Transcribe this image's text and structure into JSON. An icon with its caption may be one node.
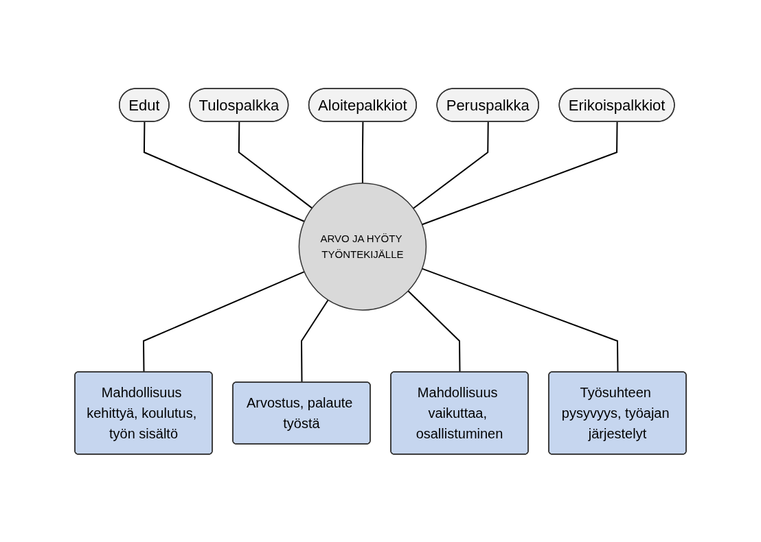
{
  "diagram": {
    "nodes": [
      {
        "text": [
          "Edut"
        ]
      },
      {
        "text": [
          "Tulospalkka"
        ]
      },
      {
        "text": [
          "Aloitepalkkiot"
        ]
      },
      {
        "text": [
          "ARVO JA HYÖTY TYÖNTEKIJÄLLE"
        ]
      },
      {
        "text": [
          "Peruspalkka"
        ]
      },
      {
        "text": [
          "Erikoispalkkiot"
        ]
      },
      {
        "text": [
          "Mahdollisuus kehittyä, koulutus, työn sisältö"
        ]
      },
      {
        "text": [
          "Arvostus, palaute työstä"
        ]
      },
      {
        "text": [
          "Mahdollisuus vaikuttaa, osallistuminen"
        ]
      },
      {
        "text": [
          "Työsuhteen pysyvyys, työajan järjestelyt"
        ]
      }
    ],
    "edges": [
      {
        "from": 0,
        "to": 3,
        "arrow": "none"
      },
      {
        "from": 1,
        "to": 3,
        "arrow": "none"
      },
      {
        "from": 2,
        "to": 3,
        "arrow": "none"
      },
      {
        "from": 4,
        "to": 3,
        "arrow": "none"
      },
      {
        "from": 5,
        "to": 3,
        "arrow": "none"
      },
      {
        "from": 3,
        "to": 6,
        "arrow": "none"
      },
      {
        "from": 3,
        "to": 7,
        "arrow": "none"
      },
      {
        "from": 3,
        "to": 8,
        "arrow": "none"
      },
      {
        "from": 3,
        "to": 9,
        "arrow": "none"
      }
    ]
  }
}
